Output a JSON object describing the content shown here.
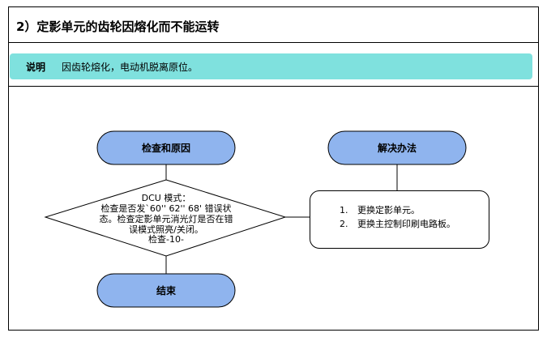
{
  "page": {
    "title": "2）定影单元的齿轮因熔化而不能运转"
  },
  "note": {
    "label": "说明",
    "text": "因齿轮熔化，电动机脱离原位。"
  },
  "flow": {
    "check_label": "检查和原因",
    "solution_label": "解决办法",
    "end_label": "结束",
    "decision_lines": [
      "DCU 模式：",
      "检查是否发`60'' 62'' 68' 错误状",
      "态。检查定影单元消光灯是否在错",
      "误模式照亮/关闭。",
      "检查-10-"
    ],
    "solutions": [
      {
        "num": "1.",
        "text": "更换定影单元。"
      },
      {
        "num": "2.",
        "text": "更换主控制印刷电路板。"
      }
    ]
  },
  "colors": {
    "pill_fill": "#8fb4ee",
    "note_fill": "#7fe1de",
    "stroke": "#000000"
  }
}
